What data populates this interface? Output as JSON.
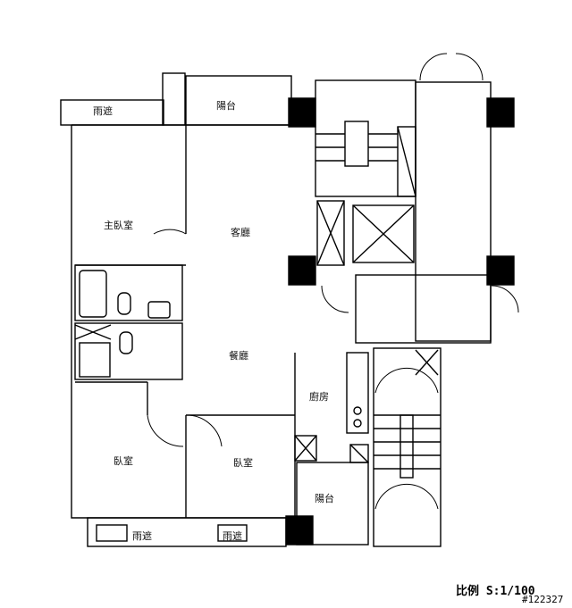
{
  "labels": {
    "balcony_top": "陽台",
    "canopy_top": "雨遮",
    "master_bedroom": "主臥室",
    "living_room": "客廳",
    "dining_room": "餐廳",
    "kitchen": "廚房",
    "bedroom_left": "臥室",
    "bedroom_right": "臥室",
    "balcony_bottom": "陽台",
    "canopy_bottom_left": "雨遮",
    "canopy_bottom_right": "雨遮"
  },
  "scale": "比例 S:1/100",
  "reference": "#122327"
}
